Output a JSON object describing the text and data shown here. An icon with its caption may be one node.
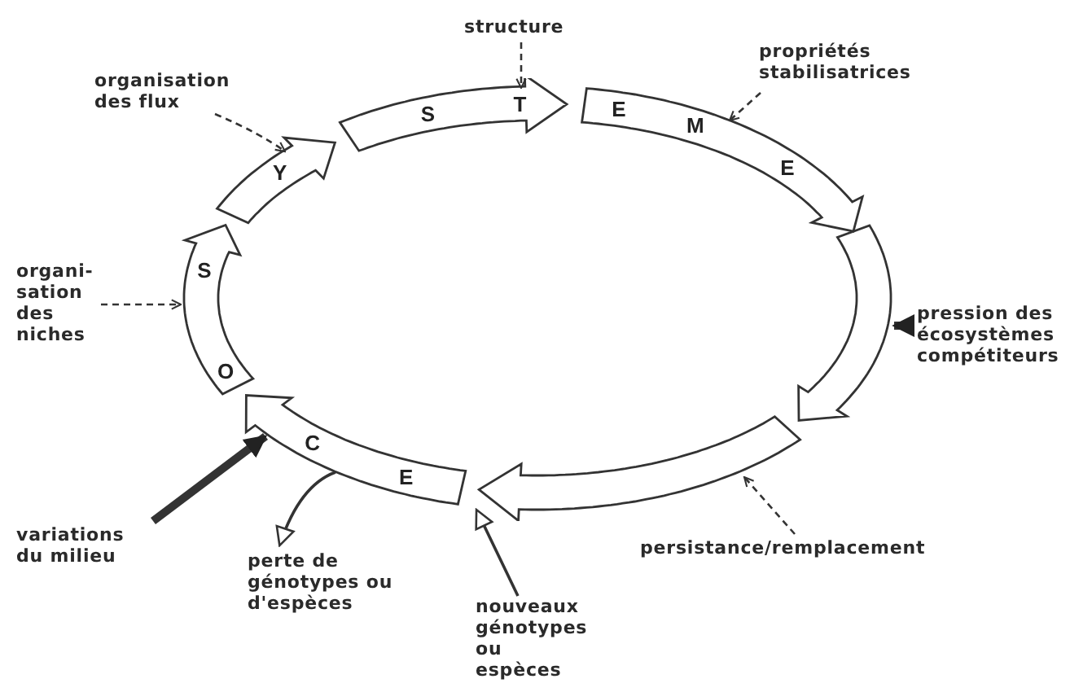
{
  "diagram": {
    "nodes": [
      {
        "text": [],
        "shape": "ring"
      },
      {
        "text": [
          "structure"
        ]
      },
      {
        "text": [
          "organisation des flux"
        ]
      },
      {
        "text": [
          "propriétés stabilisatrices"
        ]
      },
      {
        "text": [
          "organi- sation des niches"
        ]
      },
      {
        "text": [
          "pression des écosystèmes compétiteurs"
        ]
      },
      {
        "text": [
          "variations du milieu"
        ]
      },
      {
        "text": [
          "perte de génotypes ou d'espèces"
        ]
      },
      {
        "text": [
          "nouveaux génotypes ou espèces"
        ]
      },
      {
        "text": [
          "persistance/remplacement"
        ]
      }
    ],
    "edges": [
      {
        "from": 1,
        "to": 0,
        "arrow": "to",
        "style": "dashed"
      },
      {
        "from": 2,
        "to": 0,
        "arrow": "to",
        "style": "dashed"
      },
      {
        "from": 3,
        "to": 0,
        "arrow": "to",
        "style": "dashed"
      },
      {
        "from": 4,
        "to": 0,
        "arrow": "to",
        "style": "dashed"
      },
      {
        "from": 5,
        "to": 0,
        "arrow": "to",
        "style": "thick"
      },
      {
        "from": 6,
        "to": 0,
        "arrow": "to",
        "style": "thick"
      },
      {
        "from": 0,
        "to": 7,
        "arrow": "to"
      },
      {
        "from": 8,
        "to": 0,
        "arrow": "to"
      },
      {
        "from": 9,
        "to": 0,
        "arrow": "to",
        "style": "dashed"
      }
    ],
    "labels": [
      "E",
      "C",
      "O",
      "S",
      "Y",
      "S",
      "T",
      "E",
      "M",
      "E"
    ]
  }
}
